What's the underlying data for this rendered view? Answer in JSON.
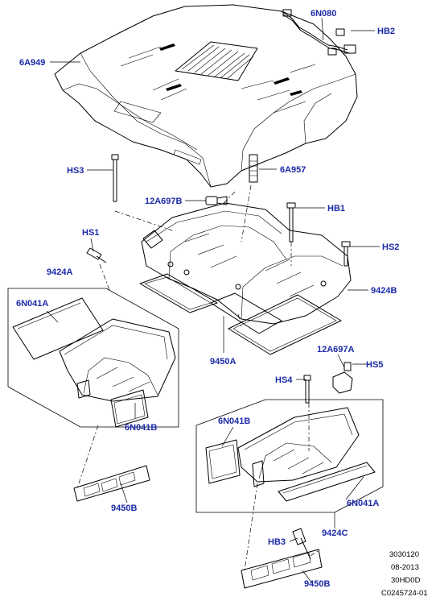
{
  "callouts": {
    "c_6N080": "6N080",
    "c_HB2": "HB2",
    "c_6A949": "6A949",
    "c_HS3": "HS3",
    "c_6A957": "6A957",
    "c_12A697B": "12A697B",
    "c_HB1": "HB1",
    "c_HS1": "HS1",
    "c_HS2": "HS2",
    "c_9424A": "9424A",
    "c_9424B": "9424B",
    "c_6N041A_left": "6N041A",
    "c_9450A": "9450A",
    "c_12A697A": "12A697A",
    "c_HS4": "HS4",
    "c_HS5": "HS5",
    "c_6N041B_left": "6N041B",
    "c_6N041B_right": "6N041B",
    "c_9450B_upper": "9450B",
    "c_6N041A_right": "6N041A",
    "c_9424C": "9424C",
    "c_HB3": "HB3",
    "c_9450B_lower": "9450B"
  },
  "reference": {
    "line1": "3030120",
    "line2": "08-2013",
    "line3": "30HD0D",
    "line4": "C0245724-01"
  },
  "colors": {
    "callout": "#1c2aa8",
    "line": "#000000"
  }
}
